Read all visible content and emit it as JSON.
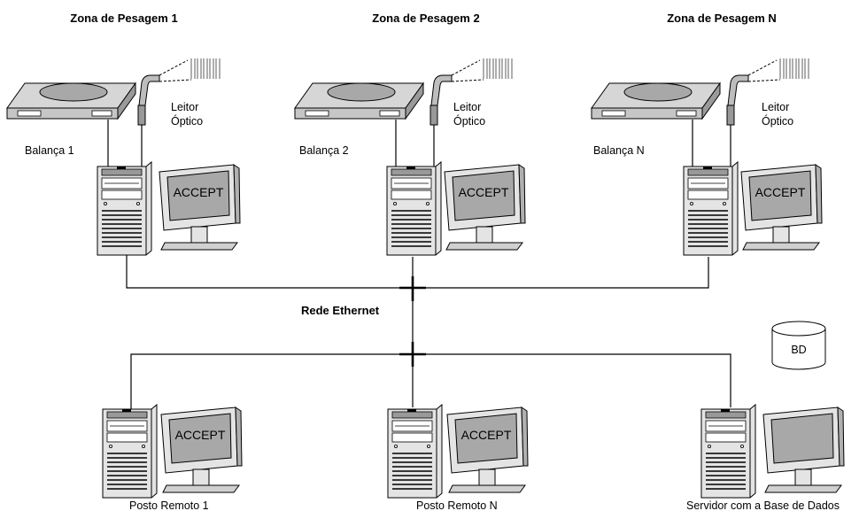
{
  "zones": [
    {
      "title": "Zona de Pesagem 1",
      "scale_label": "Balança 1",
      "reader_label_line1": "Leitor",
      "reader_label_line2": "Óptico",
      "screen_text": "ACCEPT"
    },
    {
      "title": "Zona de Pesagem 2",
      "scale_label": "Balança 2",
      "reader_label_line1": "Leitor",
      "reader_label_line2": "Óptico",
      "screen_text": "ACCEPT"
    },
    {
      "title": "Zona de Pesagem N",
      "scale_label": "Balança N",
      "reader_label_line1": "Leitor",
      "reader_label_line2": "Óptico",
      "screen_text": "ACCEPT"
    }
  ],
  "network": {
    "label": "Rede Ethernet"
  },
  "database": {
    "label": "BD"
  },
  "bottom": [
    {
      "label": "Posto Remoto 1",
      "screen_text": "ACCEPT"
    },
    {
      "label": "Posto Remoto N",
      "screen_text": "ACCEPT"
    },
    {
      "label": "Servidor com a Base de Dados",
      "screen_text": ""
    }
  ]
}
